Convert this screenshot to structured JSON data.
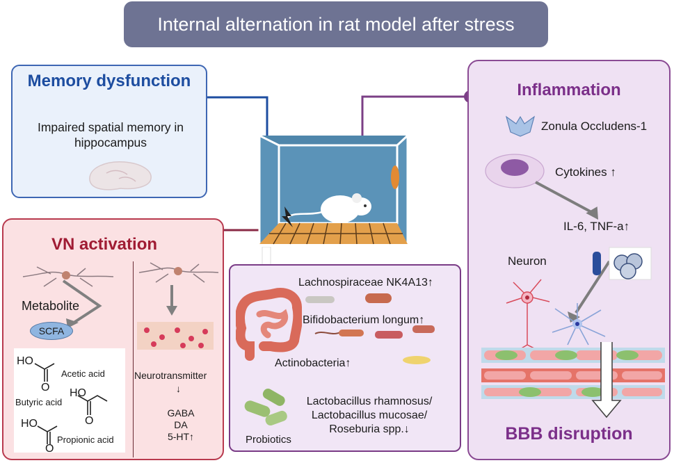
{
  "title": "Internal alternation in rat model after stress",
  "memory": {
    "title": "Memory dysfunction",
    "text": "Impaired spatial memory in hippocampus"
  },
  "vn": {
    "title": "VN activation",
    "metabolite": "Metabolite",
    "scfa": "SCFA",
    "acids": [
      "Acetic acid",
      "Butyric acid",
      "Propionic acid"
    ],
    "ho": "HO",
    "o": "O",
    "neurotransmitter": "Neurotransmitter",
    "neurotransmitters": [
      "GABA",
      "DA",
      "5-HT↑"
    ]
  },
  "gut": {
    "bacteria": [
      "Lachnospiraceae NK4A13↑",
      "Bifidobacterium longum↑",
      "Actinobacteria↑"
    ],
    "lacto": [
      "Lactobacillus rhamnosus/",
      "Lactobacillus mucosae/",
      "Roseburia spp.↓"
    ],
    "probiotics": "Probiotics"
  },
  "inflammation": {
    "title": "Inflammation",
    "zo": "Zonula Occludens-1",
    "cytokines": "Cytokines ↑",
    "il6": "IL-6, TNF-a↑",
    "neuron": "Neuron",
    "bbb": "BBB disruption"
  },
  "colors": {
    "memory": "#1d4da0",
    "vn": "#a01c34",
    "gut": "#7a3b86",
    "inflammation": "#7b2f89",
    "title_bg": "#6e7393",
    "cage": "#5b93b8"
  },
  "icons": [
    "brain-icon",
    "neuron-icon",
    "rat-cage-icon",
    "intestine-icon",
    "bacteria-icon",
    "cell-icon",
    "tight-junction-icon",
    "blood-vessel-icon"
  ]
}
